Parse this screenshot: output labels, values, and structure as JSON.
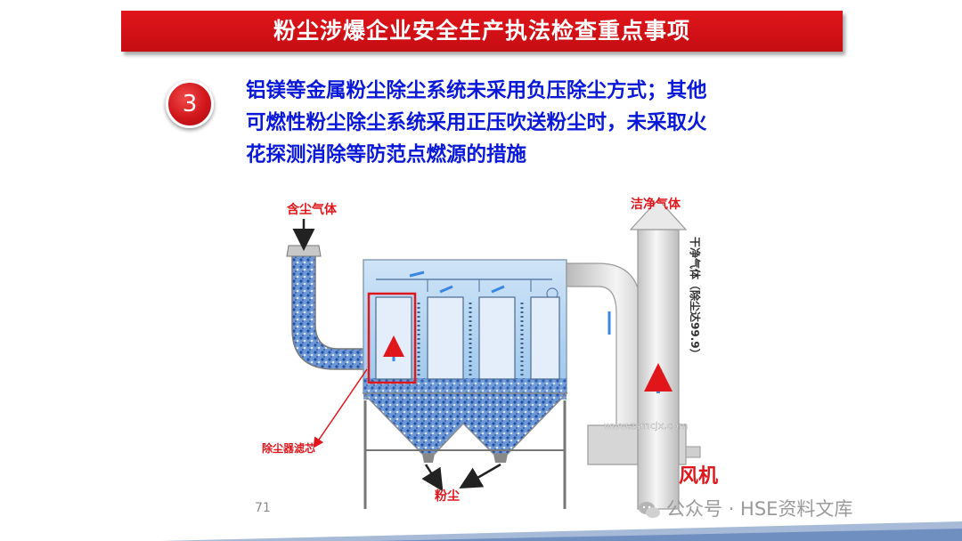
{
  "slide": {
    "title": "粉尘涉爆企业安全生产执法检查重点事项",
    "point_number": "3",
    "point_lines": [
      "铝镁等金属粉尘除尘系统未采用负压除尘方式；其他",
      "可燃性粉尘除尘系统采用正压吹送粉尘时，未采取火",
      "花探测消除等防范点燃源的措施"
    ],
    "page_number": "71"
  },
  "diagram": {
    "label_dusty_gas": "含尘气体",
    "label_clean_gas": "洁净气体",
    "label_dry_gas": "干净气体（除尘达99.9）",
    "label_filter": "除尘器滤芯",
    "label_dust": "粉尘",
    "label_fan": "风机",
    "label_url": "www.zsmcjx.com"
  },
  "watermark": {
    "text": "公众号 · HSE资料文库"
  },
  "colors": {
    "title_red": "#d21217",
    "text_blue": "#0a18d8",
    "filter_red": "#e0161b"
  }
}
